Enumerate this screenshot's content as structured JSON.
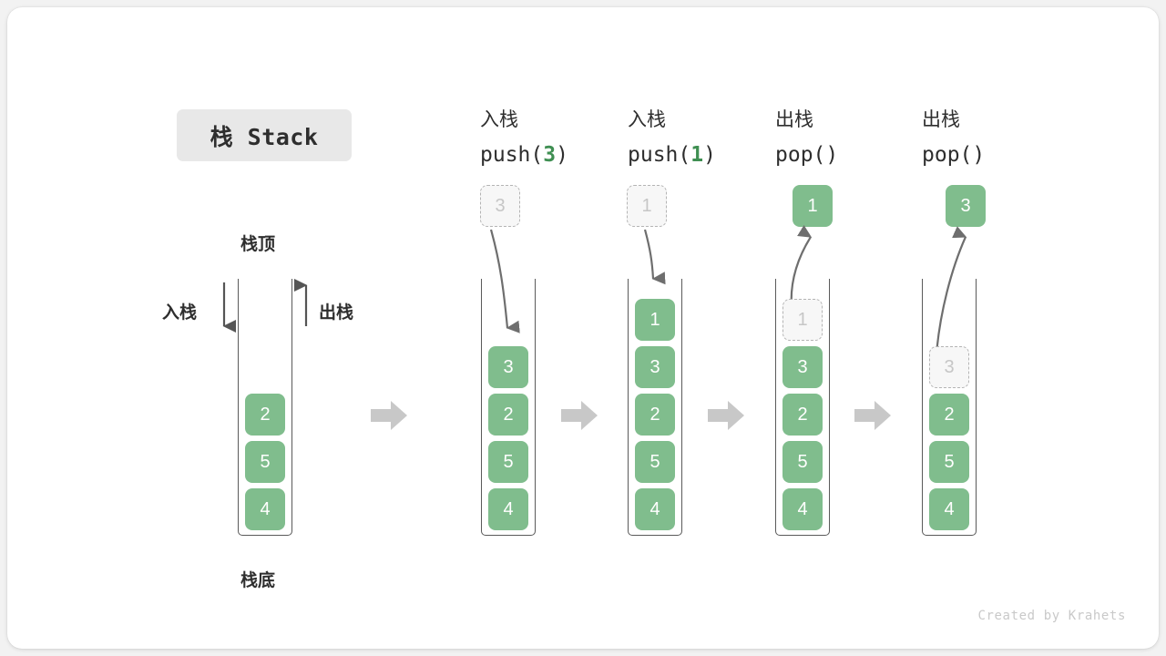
{
  "title": "栈 Stack",
  "credit": "Created by Krahets",
  "colors": {
    "cell_fill": "#80bd8d",
    "cell_text": "#ffffff",
    "ghost_fill": "#f7f7f7",
    "ghost_border": "#b4b4b4",
    "ghost_text": "#c6c6c6",
    "badge_bg": "#e8e8e8",
    "accent_green": "#3f8f52",
    "arrow_gray": "#c8c8c8",
    "line_gray": "#6e6e6e",
    "card_bg": "#ffffff",
    "page_bg": "#f2f2f2"
  },
  "base_stack": {
    "top_label": "栈顶",
    "bottom_label": "栈底",
    "push_label": "入栈",
    "pop_label": "出栈",
    "cells": [
      "2",
      "5",
      "4"
    ]
  },
  "steps": [
    {
      "id": "push-3",
      "op_cn": "入栈",
      "op_code_prefix": "push(",
      "op_code_arg": "3",
      "op_code_suffix": ")",
      "floating": {
        "value": "3",
        "style": "ghost"
      },
      "motion": "down",
      "cells": [
        {
          "value": "3",
          "style": "solid"
        },
        {
          "value": "2",
          "style": "solid"
        },
        {
          "value": "5",
          "style": "solid"
        },
        {
          "value": "4",
          "style": "solid"
        }
      ]
    },
    {
      "id": "push-1",
      "op_cn": "入栈",
      "op_code_prefix": "push(",
      "op_code_arg": "1",
      "op_code_suffix": ")",
      "floating": {
        "value": "1",
        "style": "ghost"
      },
      "motion": "down",
      "cells": [
        {
          "value": "1",
          "style": "solid"
        },
        {
          "value": "3",
          "style": "solid"
        },
        {
          "value": "2",
          "style": "solid"
        },
        {
          "value": "5",
          "style": "solid"
        },
        {
          "value": "4",
          "style": "solid"
        }
      ]
    },
    {
      "id": "pop-1",
      "op_cn": "出栈",
      "op_code_prefix": "pop(",
      "op_code_arg": "",
      "op_code_suffix": ")",
      "floating": {
        "value": "1",
        "style": "solid"
      },
      "motion": "up",
      "cells": [
        {
          "value": "1",
          "style": "ghost"
        },
        {
          "value": "3",
          "style": "solid"
        },
        {
          "value": "2",
          "style": "solid"
        },
        {
          "value": "5",
          "style": "solid"
        },
        {
          "value": "4",
          "style": "solid"
        }
      ]
    },
    {
      "id": "pop-3",
      "op_cn": "出栈",
      "op_code_prefix": "pop(",
      "op_code_arg": "",
      "op_code_suffix": ")",
      "floating": {
        "value": "3",
        "style": "solid"
      },
      "motion": "up",
      "cells": [
        {
          "value": "3",
          "style": "ghost"
        },
        {
          "value": "2",
          "style": "solid"
        },
        {
          "value": "5",
          "style": "solid"
        },
        {
          "value": "4",
          "style": "solid"
        }
      ]
    }
  ]
}
